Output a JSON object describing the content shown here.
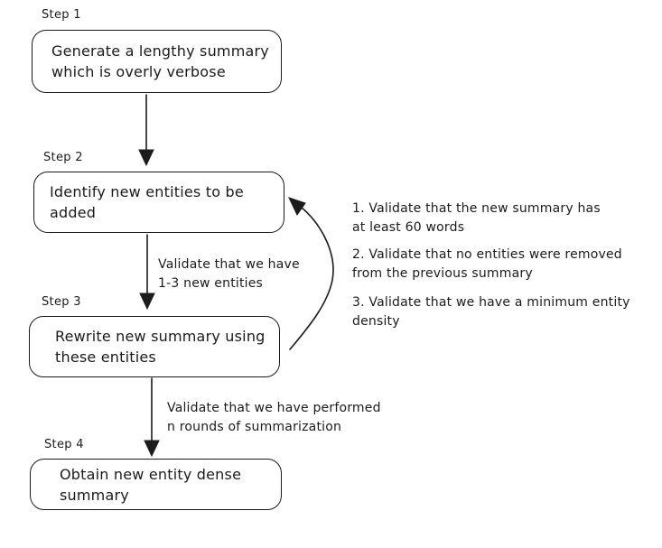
{
  "canvas": {
    "background": "#ffffff",
    "ink_color": "#1b1b1b"
  },
  "steps": [
    {
      "label": "Step 1",
      "lines": [
        "Generate a lengthy summary",
        "which is overly verbose"
      ]
    },
    {
      "label": "Step 2",
      "lines": [
        "Identify new entities to be",
        "added"
      ]
    },
    {
      "label": "Step 3",
      "lines": [
        "Rewrite new summary using",
        "these entities"
      ]
    },
    {
      "label": "Step 4",
      "lines": [
        "Obtain new entity dense",
        "summary"
      ]
    }
  ],
  "arrow_labels": [
    {
      "lines": [
        "Validate that we have",
        "1-3 new entities"
      ]
    },
    {
      "lines": [
        "Validate that we have performed",
        "n rounds of summarization"
      ]
    }
  ],
  "loop_notes": [
    {
      "lines": [
        "1. Validate that the new summary has",
        "at least 60 words"
      ]
    },
    {
      "lines": [
        "2. Validate that no entities were removed",
        "from the previous summary"
      ]
    },
    {
      "lines": [
        "3. Validate that we have a minimum entity",
        "density"
      ]
    }
  ]
}
